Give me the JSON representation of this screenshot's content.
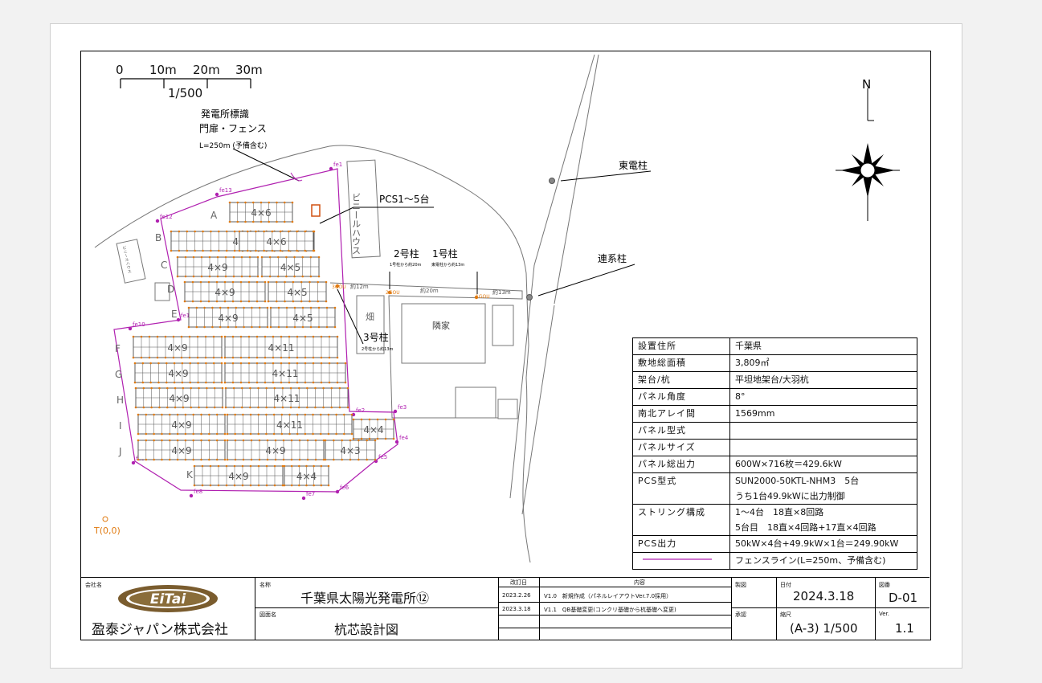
{
  "scale": {
    "ticks": [
      "0",
      "10m",
      "20m",
      "30m"
    ],
    "ratio": "1/500"
  },
  "north": "N",
  "callouts": {
    "sign_line1": "発電所標識",
    "sign_line2": "門扉・フェンス",
    "fence_len": "L=250m (予備含む)",
    "pcs": "PCS1～5台",
    "pole2": "2号柱",
    "pole1": "1号柱",
    "pole2_note": "1号柱から約20m",
    "pole1_note": "東電柱から約13m",
    "pole3": "3号柱",
    "pole3_note": "2号柱から約13m",
    "tepco_pole": "東電柱",
    "link_pole": "連系柱",
    "d12": "約12m",
    "d20": "約20m",
    "d13": "約13m",
    "greenhouse": "ビニールハウス",
    "greenhouse2": "ビニールハウス",
    "field": "畑",
    "neighbor": "隣家",
    "origin": "T(0,0)",
    "p3": "3GOU",
    "p2": "2GOU",
    "p1": "1GOU"
  },
  "rows": [
    {
      "label": "A",
      "blocks": [
        "4×6"
      ]
    },
    {
      "label": "B",
      "blocks": [
        "4×9",
        "4×6"
      ]
    },
    {
      "label": "C",
      "blocks": [
        "4×9",
        "4×5"
      ]
    },
    {
      "label": "D",
      "blocks": [
        "4×9",
        "4×5"
      ]
    },
    {
      "label": "E",
      "blocks": [
        "4×9",
        "4×5"
      ]
    },
    {
      "label": "F",
      "blocks": [
        "4×9",
        "4×11"
      ]
    },
    {
      "label": "G",
      "blocks": [
        "4×9",
        "4×11"
      ]
    },
    {
      "label": "H",
      "blocks": [
        "4×9",
        "4×11"
      ]
    },
    {
      "label": "I",
      "blocks": [
        "4×9",
        "4×11",
        "4×4"
      ]
    },
    {
      "label": "J",
      "blocks": [
        "4×9",
        "4×9",
        "4×3"
      ]
    },
    {
      "label": "K",
      "blocks": [
        "4×9",
        "4×4"
      ]
    }
  ],
  "fence_points": [
    "fe1",
    "fe2",
    "fe3",
    "fe4",
    "fe5",
    "fe6",
    "fe7",
    "fe8",
    "fe9",
    "fe10",
    "fe11",
    "fe12",
    "fe13"
  ],
  "spec_table": [
    {
      "key": "設置住所",
      "val": [
        "千葉県"
      ]
    },
    {
      "key": "敷地総面積",
      "val": [
        "3,809㎡"
      ]
    },
    {
      "key": "架台/杭",
      "val": [
        "平坦地架台/大羽杭"
      ]
    },
    {
      "key": "パネル角度",
      "val": [
        "8°"
      ]
    },
    {
      "key": "南北アレイ間",
      "val": [
        "1569mm"
      ]
    },
    {
      "key": "パネル型式",
      "val": [
        ""
      ]
    },
    {
      "key": "パネルサイズ",
      "val": [
        ""
      ]
    },
    {
      "key": "パネル総出力",
      "val": [
        "600W×716枚＝429.6kW"
      ]
    },
    {
      "key": "PCS型式",
      "val": [
        "SUN2000-50KTL-NHM3　5台",
        "うち1台49.9kWに出力制御"
      ]
    },
    {
      "key": "ストリング構成",
      "val": [
        "1～4台　18直×8回路",
        "5台目　18直×4回路+17直×4回路"
      ]
    },
    {
      "key": "PCS出力",
      "val": [
        "50kW×4台+49.9kW×1台＝249.90kW"
      ]
    },
    {
      "key": "",
      "val": [
        "フェンスライン(L=250m、予備含む)"
      ]
    }
  ],
  "colors": {
    "fence": "#b020b0",
    "panel": "#e07a10",
    "pcs_box": "#d05010",
    "logo": "#7a5c2e"
  },
  "title_block": {
    "company_hdr": "会社名",
    "company": "盈泰ジャパン株式会社",
    "logo": "EiTai",
    "name_hdr": "名称",
    "name": "千葉県太陽光発電所⑫",
    "drawing_hdr": "図面名",
    "drawing": "杭芯設計図",
    "rev_date_hdr": "改訂日",
    "content_hdr": "内容",
    "revisions": [
      {
        "date": "2023.2.26",
        "text": "V1.0　新規作成（パネルレイアウトVer.7.0採用）"
      },
      {
        "date": "2023.3.18",
        "text": "V1.1　QB基礎変更(コンクリ基礎から杭基礎へ変更)"
      }
    ],
    "drafted_hdr": "製図",
    "approved_hdr": "承認",
    "date_hdr": "日付",
    "date": "2024.3.18",
    "scale_hdr": "縮尺",
    "scale": "(A-3) 1/500",
    "sheet_hdr": "図番",
    "sheet": "D-01",
    "ver_hdr": "Ver.",
    "ver": "1.1"
  }
}
